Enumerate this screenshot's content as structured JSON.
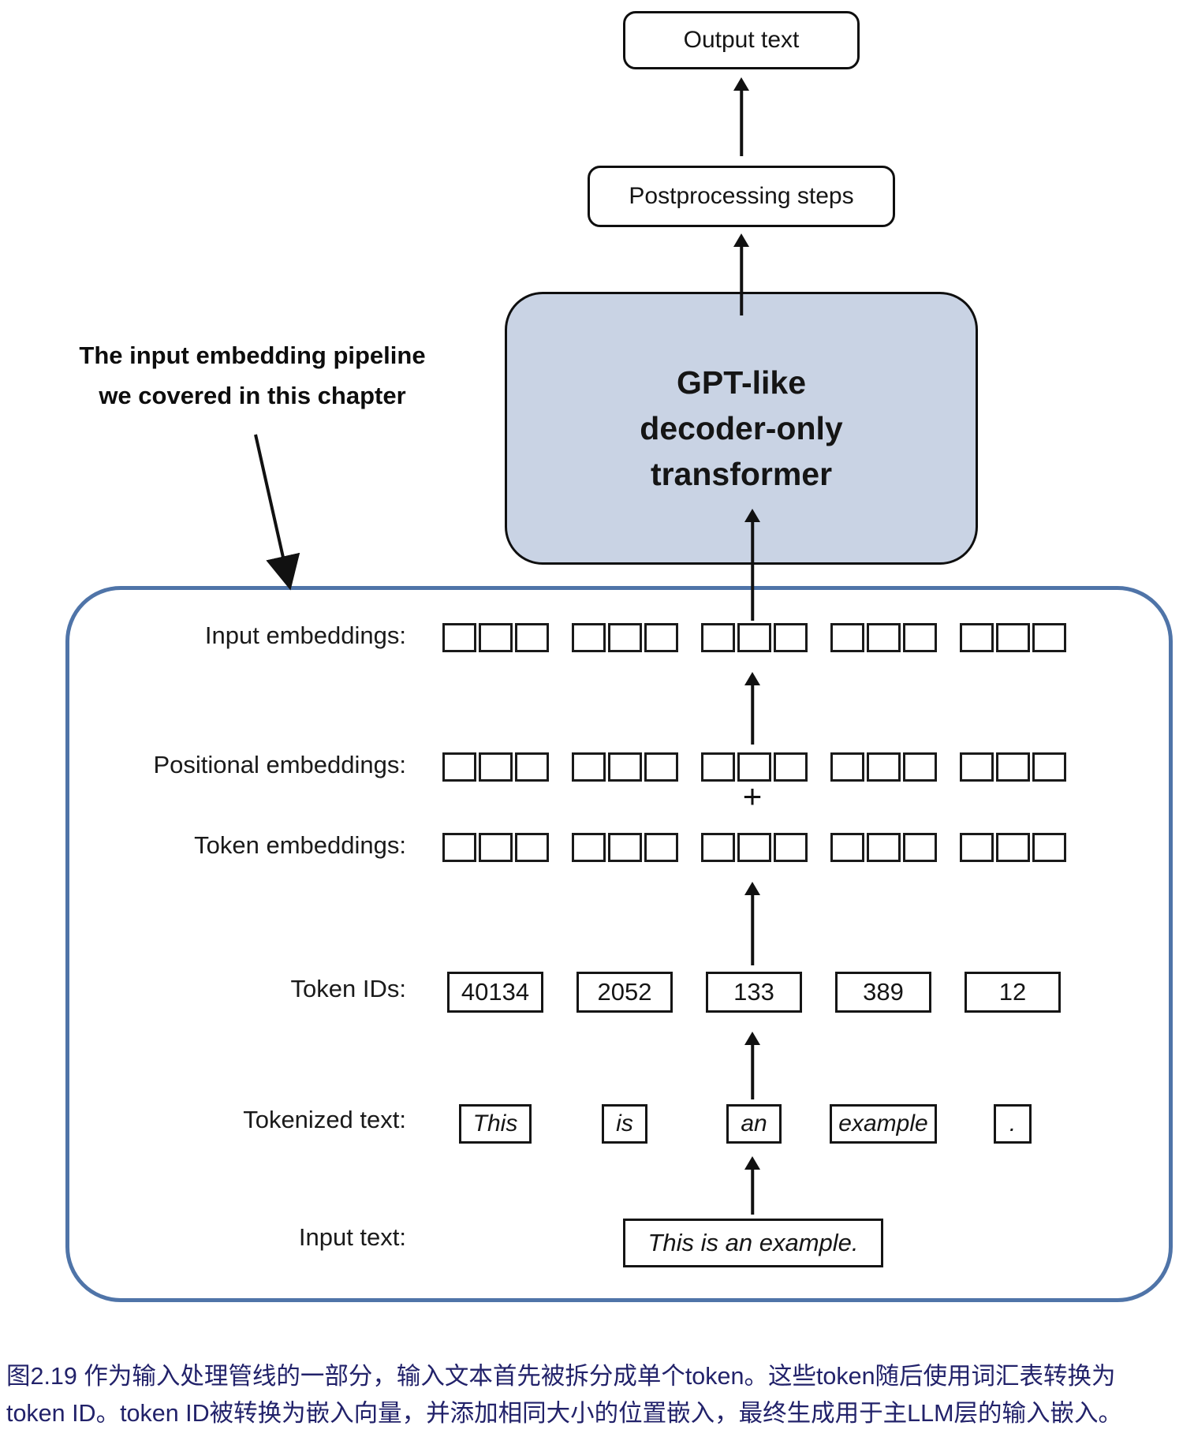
{
  "figure": {
    "flow": {
      "output_label": "Output text",
      "postprocessing_label": "Postprocessing steps",
      "gpt_label": "GPT-like\ndecoder-only\ntransformer"
    },
    "annotation": {
      "text": "The input embedding pipeline\nwe covered in this chapter"
    },
    "pipeline": {
      "plus": "+",
      "group_count": 5,
      "squares_per_group": 3,
      "rows": [
        {
          "id": "input-embeddings",
          "label": "Input embeddings:",
          "type": "squares"
        },
        {
          "id": "positional-embeddings",
          "label": "Positional embeddings:",
          "type": "squares"
        },
        {
          "id": "token-embeddings",
          "label": "Token embeddings:",
          "type": "squares"
        },
        {
          "id": "token-ids",
          "label": "Token IDs:",
          "type": "values",
          "values": [
            "40134",
            "2052",
            "133",
            "389",
            "12"
          ]
        },
        {
          "id": "tokenized-text",
          "label": "Tokenized text:",
          "type": "tokens",
          "values": [
            "This",
            "is",
            "an",
            "example",
            "."
          ]
        },
        {
          "id": "input-text",
          "label": "Input text:",
          "type": "single",
          "values": [
            "This is an example."
          ]
        }
      ]
    },
    "caption": {
      "text": "图2.19 作为输入处理管线的一部分，输入文本首先被拆分成单个token。这些token随后使用词汇表转换为\ntoken ID。token ID被转换为嵌入向量，并添加相同大小的位置嵌入，最终生成用于主LLM层的输入嵌入。"
    },
    "colors": {
      "gpt_fill": "#c9d3e4",
      "container_border": "#4f74a8",
      "caption_text": "#22226a",
      "line": "#111111"
    }
  }
}
